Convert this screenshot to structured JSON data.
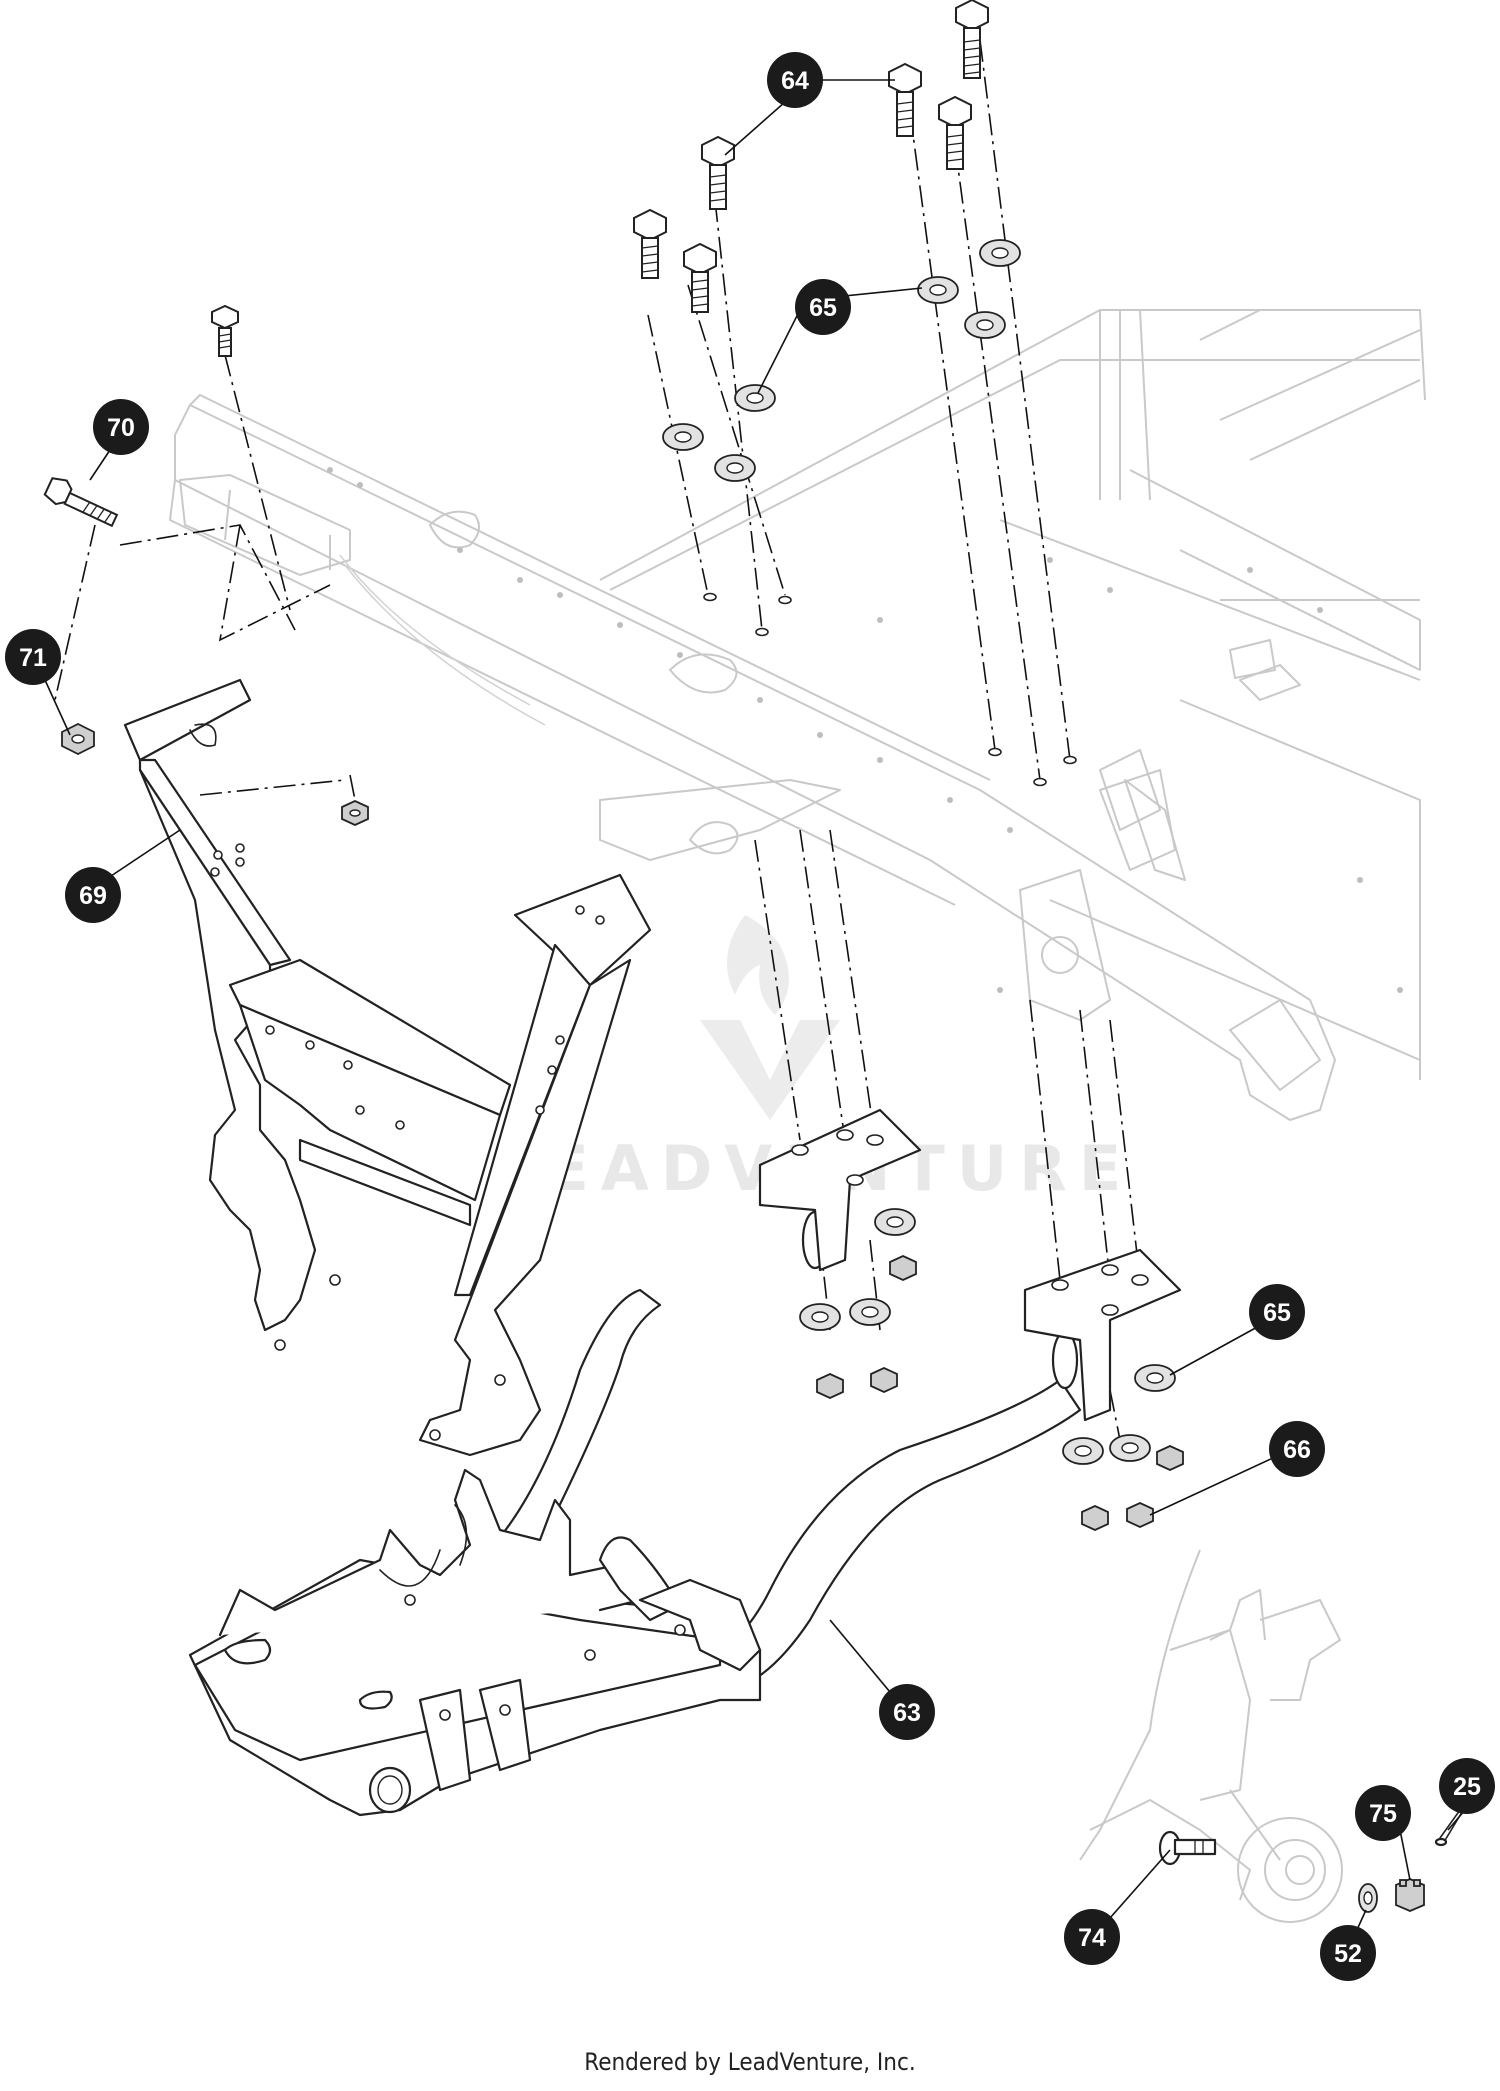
{
  "footer_text": "Rendered by LeadVenture, Inc.",
  "watermark_text": "LEADVENTURE",
  "callouts": [
    {
      "id": "64",
      "label": "64"
    },
    {
      "id": "65a",
      "label": "65"
    },
    {
      "id": "70",
      "label": "70"
    },
    {
      "id": "71",
      "label": "71"
    },
    {
      "id": "69",
      "label": "69"
    },
    {
      "id": "65b",
      "label": "65"
    },
    {
      "id": "66",
      "label": "66"
    },
    {
      "id": "63",
      "label": "63"
    },
    {
      "id": "25",
      "label": "25"
    },
    {
      "id": "75",
      "label": "75"
    },
    {
      "id": "74",
      "label": "74"
    },
    {
      "id": "52",
      "label": "52"
    }
  ],
  "colors": {
    "callout_fill": "#1b1b1b",
    "callout_text": "#ffffff",
    "ghost_stroke": "#c9c9c9",
    "part_stroke": "#222222"
  }
}
